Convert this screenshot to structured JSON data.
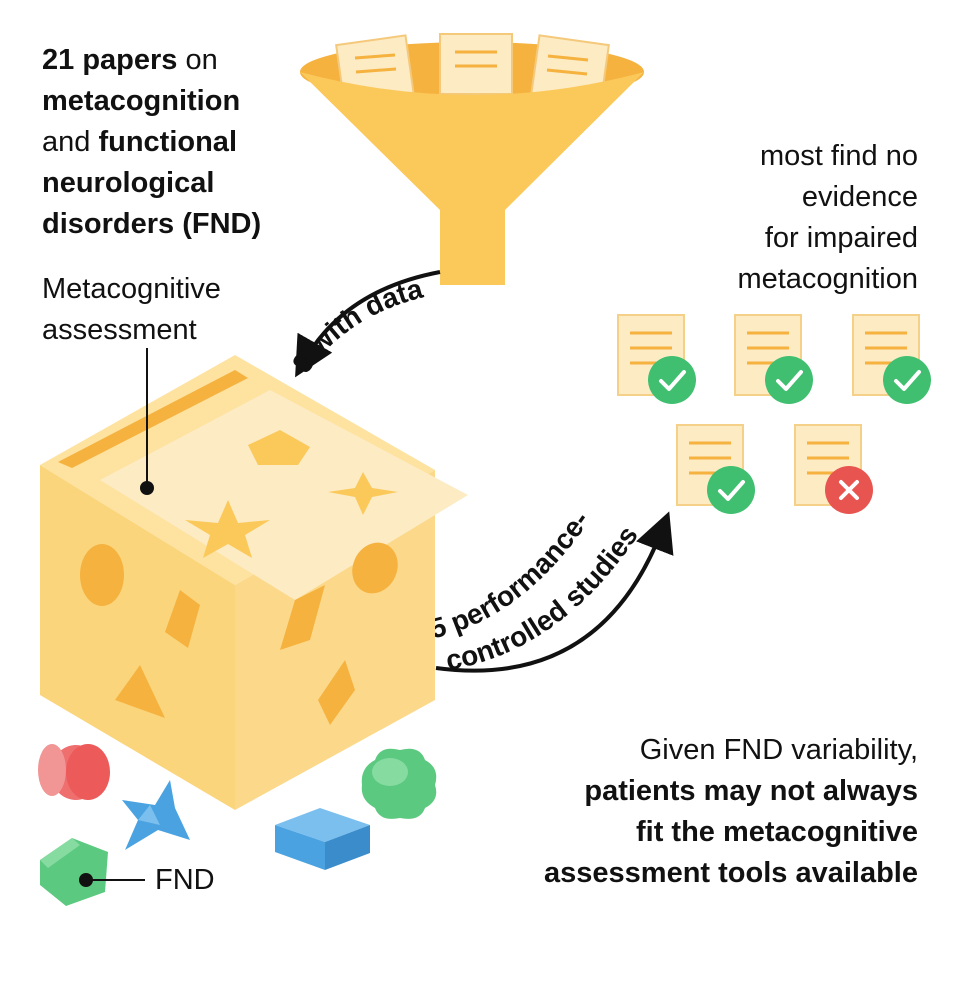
{
  "intro": {
    "count_bold": "21 papers",
    "on": "on",
    "topic_bold": "metacognition",
    "and": "and",
    "topic2_bold_line1": "functional",
    "topic2_bold_line2": "neurological",
    "topic2_bold_line3": "disorders (FND)"
  },
  "labels": {
    "assessment_line1": "Metacognitive",
    "assessment_line2": "assessment",
    "fnd": "FND",
    "with_data": "8 with data",
    "controlled_line1": "5 performance-",
    "controlled_line2": "controlled studies"
  },
  "finding": {
    "line1": "most find no",
    "line2": "evidence",
    "line3": "for impaired",
    "line4": "metacognition"
  },
  "studies": [
    {
      "result": "check-icon"
    },
    {
      "result": "check-icon"
    },
    {
      "result": "check-icon"
    },
    {
      "result": "check-icon"
    },
    {
      "result": "cross-icon"
    }
  ],
  "conclusion": {
    "line1": "Given FND variability,",
    "line2_bold": "patients may not always",
    "line3_bold": "fit the metacognitive",
    "line4_bold": "assessment tools available"
  },
  "colors": {
    "funnel": "#fbc85a",
    "box_light": "#fde2a0",
    "box_side": "#fbd57c",
    "paper": "#fdebc4",
    "check": "#3fbf6f",
    "cross": "#e85550",
    "red_shape": "#ef6e6e",
    "blue_shape": "#4aa3e0",
    "green_shape": "#5cc980"
  }
}
